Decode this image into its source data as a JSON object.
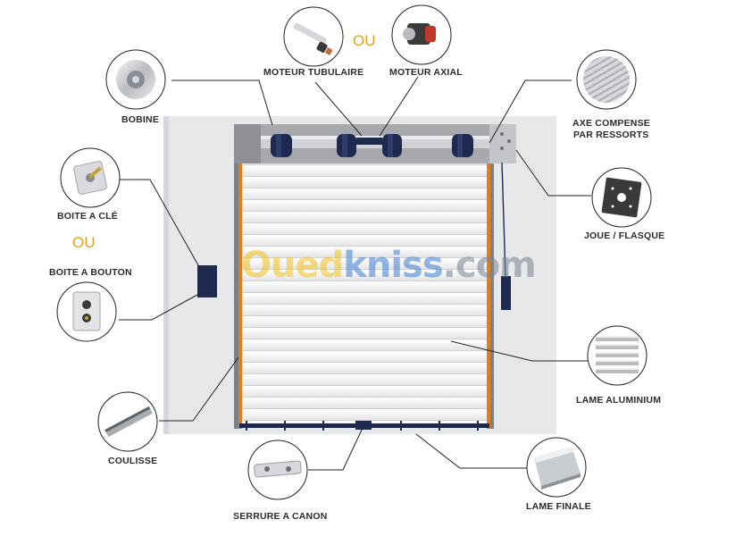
{
  "labels": {
    "moteur_tubulaire": "MOTEUR TUBULAIRE",
    "ou_top": "OU",
    "moteur_axial": "MOTEUR AXIAL",
    "bobine": "BOBINE",
    "axe_compense_1": "AXE COMPENSE",
    "axe_compense_2": "PAR RESSORTS",
    "boite_a_cle": "BOITE A CLÉ",
    "ou_left": "OU",
    "boite_a_bouton": "BOITE A BOUTON",
    "joue_flasque": "JOUE / FLASQUE",
    "lame_aluminium": "LAME ALUMINIUM",
    "coulisse": "COULISSE",
    "serrure_a_canon": "SERRURE A CANON",
    "lame_finale": "LAME  FINALE"
  },
  "watermark": {
    "part1": "Oued",
    "part2": "kniss",
    "part3": ".com"
  },
  "colors": {
    "navy": "#1d2951",
    "orange": "#e0801c",
    "wall": "#e7e8ea",
    "frame": "#9b9b9b",
    "slat": "#eeeeef",
    "accent_ou": "#e8a020"
  }
}
